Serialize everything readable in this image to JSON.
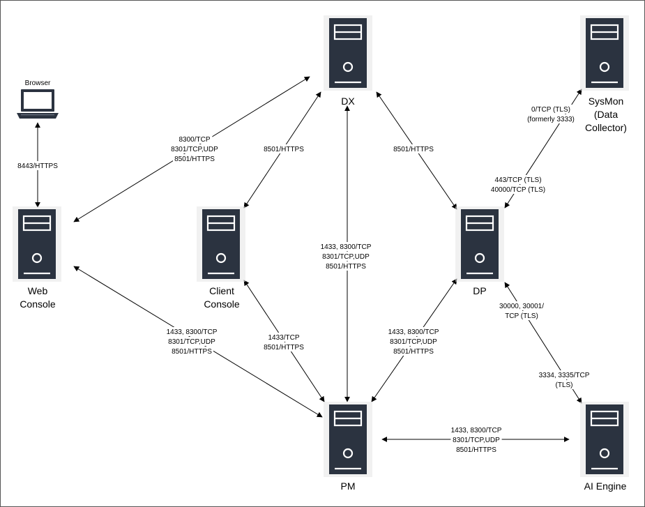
{
  "diagram": {
    "colors": {
      "server_body": "#2b3340",
      "server_detail": "#ffffff",
      "shadow": "#e6e6e6",
      "line": "#000000",
      "text": "#000000"
    },
    "nodes": [
      {
        "id": "browser",
        "icon": "laptop-icon",
        "label_lines": [
          "Browser"
        ]
      },
      {
        "id": "web-console",
        "icon": "server-icon",
        "label_lines": [
          "Web",
          "Console"
        ]
      },
      {
        "id": "client-console",
        "icon": "server-icon",
        "label_lines": [
          "Client",
          "Console"
        ]
      },
      {
        "id": "dx",
        "icon": "server-icon",
        "label_lines": [
          "DX"
        ]
      },
      {
        "id": "dp",
        "icon": "server-icon",
        "label_lines": [
          "DP"
        ]
      },
      {
        "id": "pm",
        "icon": "server-icon",
        "label_lines": [
          "PM"
        ]
      },
      {
        "id": "sysmon",
        "icon": "server-icon",
        "label_lines": [
          "SysMon",
          "(Data",
          "Collector)"
        ]
      },
      {
        "id": "ai-engine",
        "icon": "server-icon",
        "label_lines": [
          "AI Engine"
        ]
      }
    ],
    "edges": [
      {
        "id": "browser-web",
        "from": "browser",
        "to": "web-console",
        "label_lines": [
          "8443/HTTPS"
        ]
      },
      {
        "id": "web-dx",
        "from": "web-console",
        "to": "dx",
        "label_lines": [
          "8300/TCP",
          "8301/TCP,UDP",
          "8501/HTTPS"
        ]
      },
      {
        "id": "client-dx",
        "from": "client-console",
        "to": "dx",
        "label_lines": [
          "8501/HTTPS"
        ]
      },
      {
        "id": "dx-dp",
        "from": "dx",
        "to": "dp",
        "label_lines": [
          "8501/HTTPS"
        ]
      },
      {
        "id": "dp-sysmon",
        "from": "dp",
        "to": "sysmon",
        "label_lines": [
          "443/TCP (TLS)",
          "40000/TCP (TLS)"
        ]
      },
      {
        "id": "sysmon-dp",
        "from": "sysmon",
        "to": "dp",
        "label_lines": [
          "0/TCP (TLS)",
          "(formerly 3333)"
        ]
      },
      {
        "id": "dx-pm",
        "from": "dx",
        "to": "pm",
        "label_lines": [
          "1433, 8300/TCP",
          "8301/TCP,UDP",
          "8501/HTTPS"
        ]
      },
      {
        "id": "web-pm",
        "from": "web-console",
        "to": "pm",
        "label_lines": [
          "1433, 8300/TCP",
          "8301/TCP,UDP",
          "8501/HTTPS"
        ]
      },
      {
        "id": "client-pm",
        "from": "client-console",
        "to": "pm",
        "label_lines": [
          "1433/TCP",
          "8501/HTTPS"
        ]
      },
      {
        "id": "pm-dp",
        "from": "pm",
        "to": "dp",
        "label_lines": [
          "1433, 8300/TCP",
          "8301/TCP,UDP",
          "8501/HTTPS"
        ]
      },
      {
        "id": "dp-ai",
        "from": "dp",
        "to": "ai-engine",
        "label_lines": [
          "30000, 30001/",
          "TCP (TLS)",
          "3334, 3335/TCP",
          "(TLS)"
        ]
      },
      {
        "id": "pm-ai",
        "from": "pm",
        "to": "ai-engine",
        "label_lines": [
          "1433, 8300/TCP",
          "8301/TCP,UDP",
          "8501/HTTPS"
        ]
      }
    ]
  }
}
